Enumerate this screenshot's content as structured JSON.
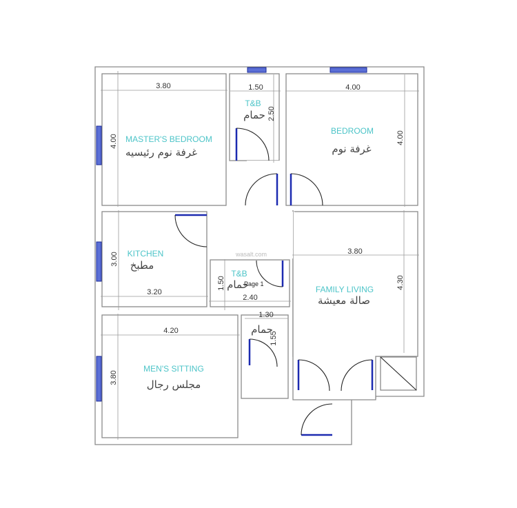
{
  "rooms": {
    "master_bedroom": {
      "en": "MASTER'S BEDROOM",
      "ar": "غرفة نوم رئيسيه",
      "width": "3.80",
      "length": "4.00"
    },
    "tb_top": {
      "en": "T&B",
      "ar": "حمام",
      "width": "1.50",
      "length": "2.50"
    },
    "bedroom": {
      "en": "BEDROOM",
      "ar": "غرفة نوم",
      "width": "4.00",
      "length": "4.00"
    },
    "kitchen": {
      "en": "KITCHEN",
      "ar": "مطبخ",
      "width": "3.20",
      "length": "3.00"
    },
    "tb_middle": {
      "en": "T&B",
      "ar": "حمام",
      "width": "2.40",
      "length": "1.50"
    },
    "family_living": {
      "en": "FAMILY LIVING",
      "ar": "صالة معيشة",
      "width": "3.80",
      "length": "4.30"
    },
    "tb_small": {
      "ar": "حمام",
      "width": "1.30",
      "length": "1.55"
    },
    "mens_sitting": {
      "en": "MEN'S SITTING",
      "ar": "مجلس رجال",
      "width": "4.20",
      "length": "3.80"
    }
  },
  "watermark": "wasalt.com",
  "page_label": "Page 1",
  "colors": {
    "label": "#4cc4c8",
    "window": "#5b6fd6",
    "wall": "#8a8a8a"
  }
}
